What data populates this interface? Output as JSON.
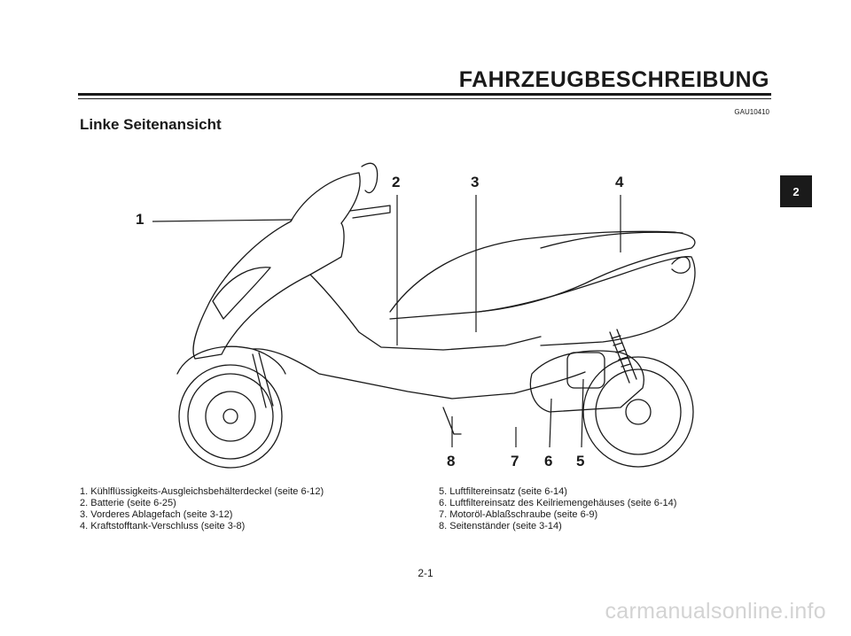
{
  "header": {
    "title": "FAHRZEUGBESCHREIBUNG",
    "code": "GAU10410"
  },
  "section": {
    "title": "Linke Seitenansicht"
  },
  "chapter_tab": "2",
  "callouts": [
    "1",
    "2",
    "3",
    "4",
    "5",
    "6",
    "7",
    "8"
  ],
  "legend": {
    "left": [
      "1. Kühlflüssigkeits-Ausgleichsbehälterdeckel (seite 6-12)",
      "2. Batterie (seite 6-25)",
      "3. Vorderes Ablagefach (seite 3-12)",
      "4. Kraftstofftank-Verschluss (seite 3-8)"
    ],
    "right": [
      "5. Luftfiltereinsatz (seite 6-14)",
      "6. Luftfiltereinsatz des Keilriemengehäuses (seite 6-14)",
      "7. Motoröl-Ablaßschraube (seite 6-9)",
      "8. Seitenständer (seite 3-14)"
    ]
  },
  "page_number": "2-1",
  "watermark": "carmanualsonline.info",
  "colors": {
    "ink": "#1a1a1a",
    "tab": "#1a1a1a",
    "watermark": "#d3d3d3"
  }
}
